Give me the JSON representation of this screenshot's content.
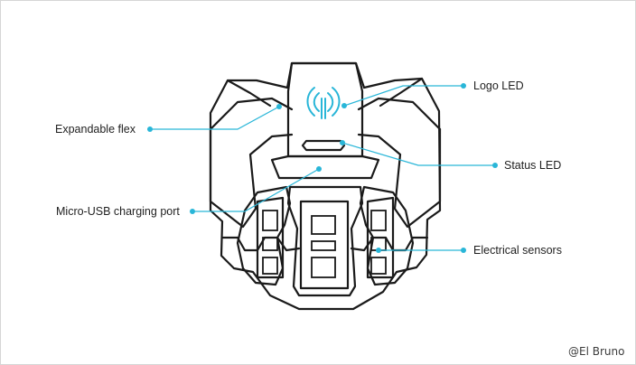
{
  "labels": {
    "logo_led": "Logo LED",
    "expandable_flex": "Expandable flex",
    "status_led": "Status LED",
    "micro_usb": "Micro-USB charging port",
    "electrical_sensors": "Electrical sensors"
  },
  "watermark": "@El Bruno",
  "colors": {
    "accent": "#29b6d8",
    "outline": "#1a1a1a",
    "background": "#ffffff"
  },
  "icons": {
    "logo": "wifi-hands-logo-icon"
  }
}
